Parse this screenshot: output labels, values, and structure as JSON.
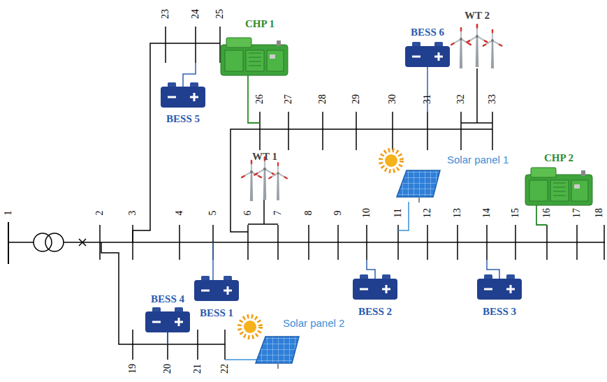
{
  "diagram": {
    "labels": [
      "1",
      "2",
      "3",
      "4",
      "5",
      "6",
      "7",
      "8",
      "9",
      "10",
      "11",
      "12",
      "13",
      "14",
      "15",
      "16",
      "17",
      "18",
      "19",
      "20",
      "21",
      "22",
      "23",
      "24",
      "25",
      "26",
      "27",
      "28",
      "29",
      "30",
      "31",
      "32",
      "33",
      "CHP 1",
      "BESS 5",
      "WT 2",
      "BESS 6",
      "WT 1",
      "Solar panel 1",
      "CHP 2",
      "BESS 4",
      "BESS 1",
      "BESS 2",
      "BESS 3",
      "Solar panel 2"
    ]
  }
}
